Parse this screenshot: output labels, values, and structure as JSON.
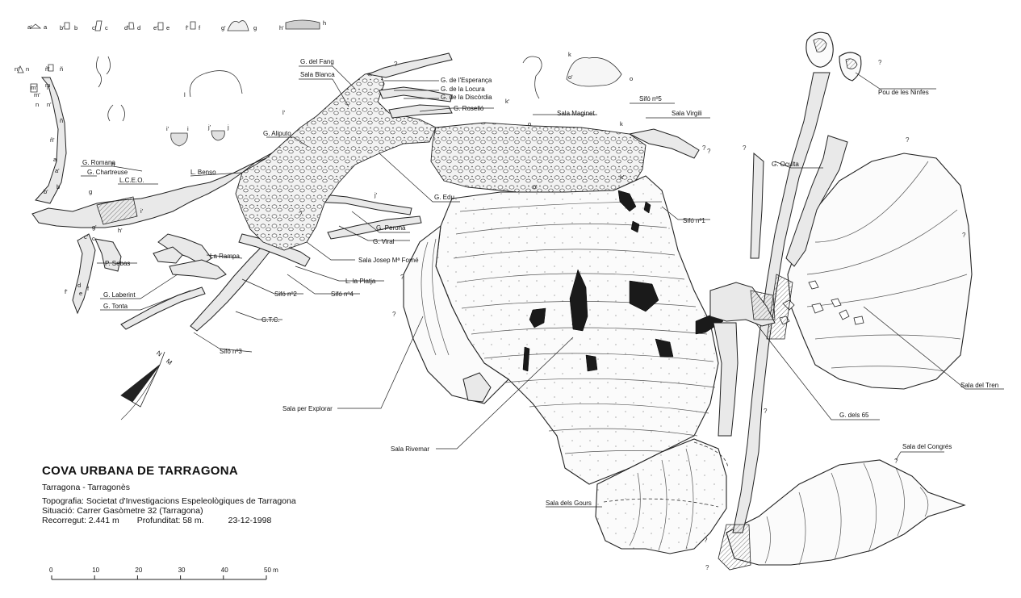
{
  "title": "COVA URBANA DE TARRAGONA",
  "region": "Tarragona - Tarragonès",
  "topography": "Topografia: Societat d'Investigacions Espeleològiques de Tarragona",
  "location": "Situació: Carrer Gasòmetre 32 (Tarragona)",
  "length": "Recorregut: 2.441 m",
  "depth": "Profunditat: 58 m.",
  "date": "23-12-1998",
  "scale": {
    "ticks": [
      "0",
      "10",
      "20",
      "30",
      "40",
      "50 m"
    ],
    "max_m": 50
  },
  "north": {
    "label_n": "N",
    "label_m": "M"
  },
  "labels": {
    "g_del_fang": "G. del Fang",
    "sala_blanca": "Sala Blanca",
    "g_esperanca": "G. de l'Esperança",
    "g_locura": "G. de la Locura",
    "g_discordia": "G. de la Discòrdia",
    "g_rosello": "G. Roselló",
    "sala_maginet": "Sala Maginet",
    "sifo_5": "Sifó nº5",
    "sala_virgili": "Sala Virgili",
    "g_aliputo": "G. Aliputo",
    "l_benso": "L. Benso",
    "lceo": "L.C.E.O.",
    "g_romana": "G. Romana",
    "g_chartreuse": "G. Chartreuse",
    "g_edu": "G. Edu",
    "g_perona": "G. Perona",
    "g_viral": "G. Viral",
    "sala_forne": "Sala Josep Mª Forné",
    "la_rampa": "La Rampa",
    "p_sebas": "P. Sebas",
    "l_platja": "L. la Platja",
    "sifo_4": "Sifó nº4",
    "sifo_2": "Sifó nº2",
    "g_laberint": "G. Laberint",
    "g_tonta": "G. Tonta",
    "gtc": "G.T.C.",
    "sifo_3": "Sifó nº3",
    "sifo_1": "Sifó nº1",
    "sala_explorar": "Sala per Explorar",
    "sala_rivemar": "Sala Rivemar",
    "pou_ninfes": "Pou de les Ninfes",
    "g_oculta": "G. Oculta",
    "sala_tren": "Sala del Tren",
    "g_65": "G. dels 65",
    "sala_congres": "Sala del Congrés",
    "sala_gours": "Sala dels Gours"
  },
  "section_marks": [
    "a",
    "a'",
    "b",
    "b'",
    "c",
    "c'",
    "d",
    "d'",
    "e",
    "e'",
    "f",
    "f'",
    "g",
    "g'",
    "h",
    "h'",
    "i",
    "i'",
    "j",
    "j'",
    "k",
    "k'",
    "l",
    "l'",
    "m",
    "m'",
    "n",
    "n'",
    "ñ",
    "ñ'",
    "o",
    "o'"
  ],
  "unknown_mark": "?"
}
